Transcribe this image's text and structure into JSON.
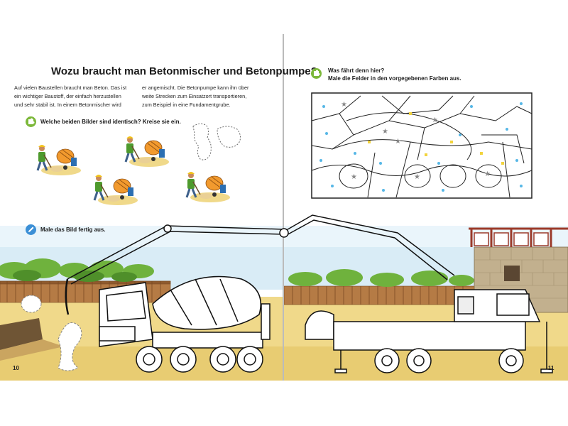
{
  "title": "Wozu braucht man Betonmischer und Betonpumpe?",
  "intro_left": [
    "Auf vielen Baustellen braucht man Beton. Das ist",
    "ein wichtiger Baustoff, der einfach herzustellen",
    "und sehr stabil ist. In einem Betonmischer wird"
  ],
  "intro_right": [
    "er angemischt. Die Betonpumpe kann ihn über",
    "weite Strecken zum Einsatzort transportieren,",
    "zum Beispiel in eine Fundamentgrube."
  ],
  "task_identical": "Welche beiden Bilder sind identisch? Kreise sie ein.",
  "task_draw": "Male das Bild fertig aus.",
  "task_color_lines": [
    "Was fährt denn hier?",
    "Male die Felder in den vorgegebenen Farben aus."
  ],
  "page_left": "10",
  "page_right": "11",
  "icons": {
    "task_identical": "puzzle-icon",
    "task_color": "puzzle-icon",
    "task_draw": "pencil-icon"
  },
  "colors": {
    "task_green": "#7cb83a",
    "task_blue": "#3b8fd6",
    "sky": "#cfe6f3",
    "ground": "#f0d98a",
    "fence": "#b57b45",
    "bush": "#6fb23d",
    "star": "#888888",
    "dot_blue": "#56b7e6",
    "dot_yellow": "#f2d43d"
  }
}
